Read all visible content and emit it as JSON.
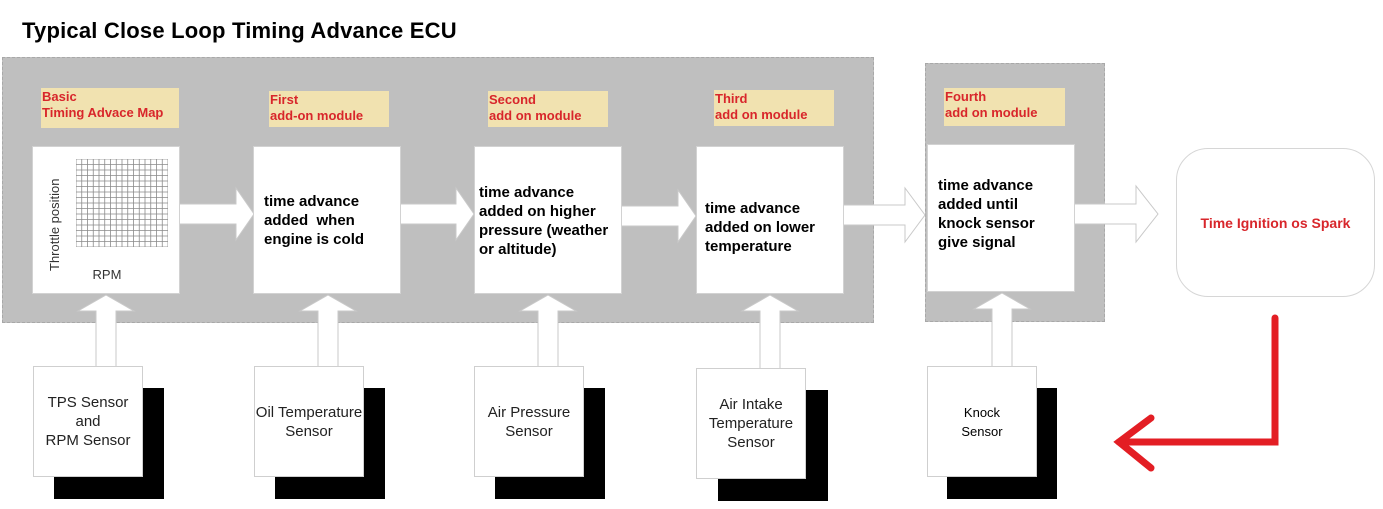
{
  "title": "Typical Close Loop Timing Advance ECU",
  "modules": [
    {
      "label_line1": "Basic",
      "label_line2": "Timing Advace Map",
      "map": {
        "y_axis_label": "Throttle position",
        "x_axis_label": "RPM"
      }
    },
    {
      "label_line1": "First",
      "label_line2": "add-on module",
      "text_lines": [
        "time advance",
        "added  when",
        "engine is cold"
      ]
    },
    {
      "label_line1": "Second",
      "label_line2": "add on module",
      "text_lines": [
        "time advance",
        "added on higher",
        "pressure (weather",
        "or altitude)"
      ]
    },
    {
      "label_line1": "Third",
      "label_line2": "add on module",
      "text_lines": [
        "time advance",
        "added on lower",
        "temperature"
      ]
    },
    {
      "label_line1": "Fourth",
      "label_line2": "add on module",
      "text_lines": [
        "time advance",
        "added until",
        "knock sensor",
        "give signal"
      ]
    }
  ],
  "sensors": [
    {
      "lines": [
        "TPS Sensor",
        "and",
        "RPM Sensor"
      ]
    },
    {
      "lines": [
        "Oil Temperature",
        "Sensor"
      ]
    },
    {
      "lines": [
        "Air Pressure",
        "Sensor"
      ]
    },
    {
      "lines": [
        "Air Intake",
        "Temperature",
        "Sensor"
      ]
    },
    {
      "lines": [
        "Knock",
        "Sensor"
      ]
    }
  ],
  "output": {
    "label": "Time Ignition os Spark"
  },
  "colors": {
    "accent_red": "#d8262b",
    "label_bg": "#f1e2b0",
    "panel_gray": "#bfbfbf"
  }
}
